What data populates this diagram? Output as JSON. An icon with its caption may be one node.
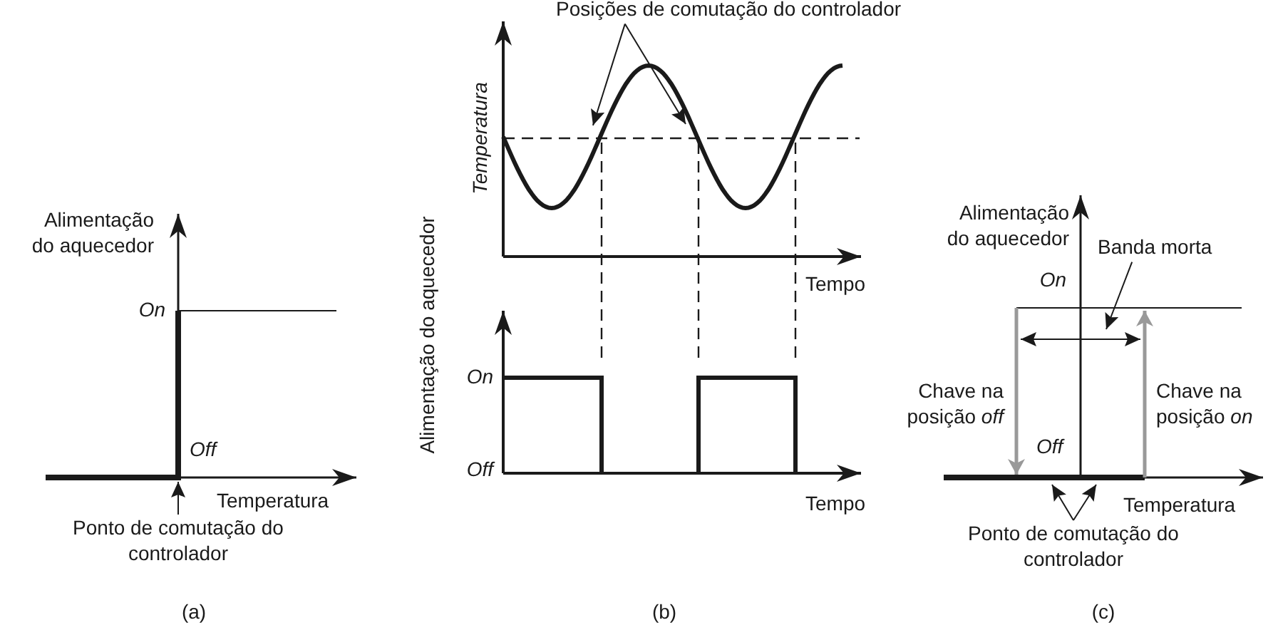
{
  "diagram": {
    "nodes": [
      {
        "text": [
          "Ponto de comutação do controlador"
        ]
      },
      {
        "text": [
          "Posições de comutação do controlador"
        ]
      },
      {
        "text": [
          "Banda morta"
        ]
      },
      {
        "text": [
          "Ponto de comutação do controlador"
        ]
      }
    ],
    "edges": [
      {
        "from": 0,
        "to": null,
        "arrow": "to"
      },
      {
        "from": 1,
        "to": null,
        "arrow": "to"
      },
      {
        "from": 1,
        "to": null,
        "arrow": "to"
      },
      {
        "from": 2,
        "to": null,
        "arrow": "to"
      },
      {
        "from": 3,
        "to": null,
        "arrow": "to"
      },
      {
        "from": 3,
        "to": null,
        "arrow": "to"
      }
    ],
    "labels": [
      "Alimentação do aquecedor",
      "On",
      "Off",
      "Temperatura",
      "(a)",
      "Temperatura",
      "Tempo",
      "Alimentação do aquecedor",
      "On",
      "Off",
      "Tempo",
      "(b)",
      "Alimentação do aquecedor",
      "On",
      "Chave na posição *off*",
      "Chave na posição *on*",
      "Off",
      "Temperatura",
      "(c)"
    ]
  }
}
